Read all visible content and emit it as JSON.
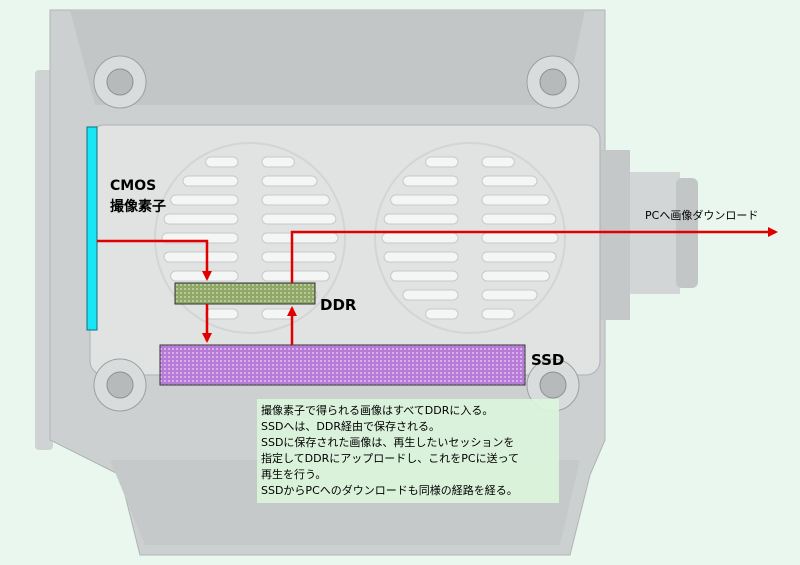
{
  "labels": {
    "cmos": [
      "CMOS",
      "撮像素子"
    ],
    "ddr": "DDR",
    "ssd": "SSD",
    "pc_download": "PCへ画像ダウンロード"
  },
  "note": [
    "撮像素子で得られる画像はすべてDDRに入る。",
    "SSDへは、DDR経由で保存される。",
    "SSDに保存された画像は、再生したいセッションを",
    "指定してDDRにアップロードし、これをPCに送って",
    "再生を行う。",
    "SSDからPCへのダウンロードも同様の経路を経る。"
  ],
  "colors": {
    "arrow": "#e00000",
    "cmos": "#19e6f5",
    "ddr": "#8fa86a",
    "ssd": "#b77ad6",
    "body": "#c9cccc",
    "background": "#eaf7ee"
  }
}
